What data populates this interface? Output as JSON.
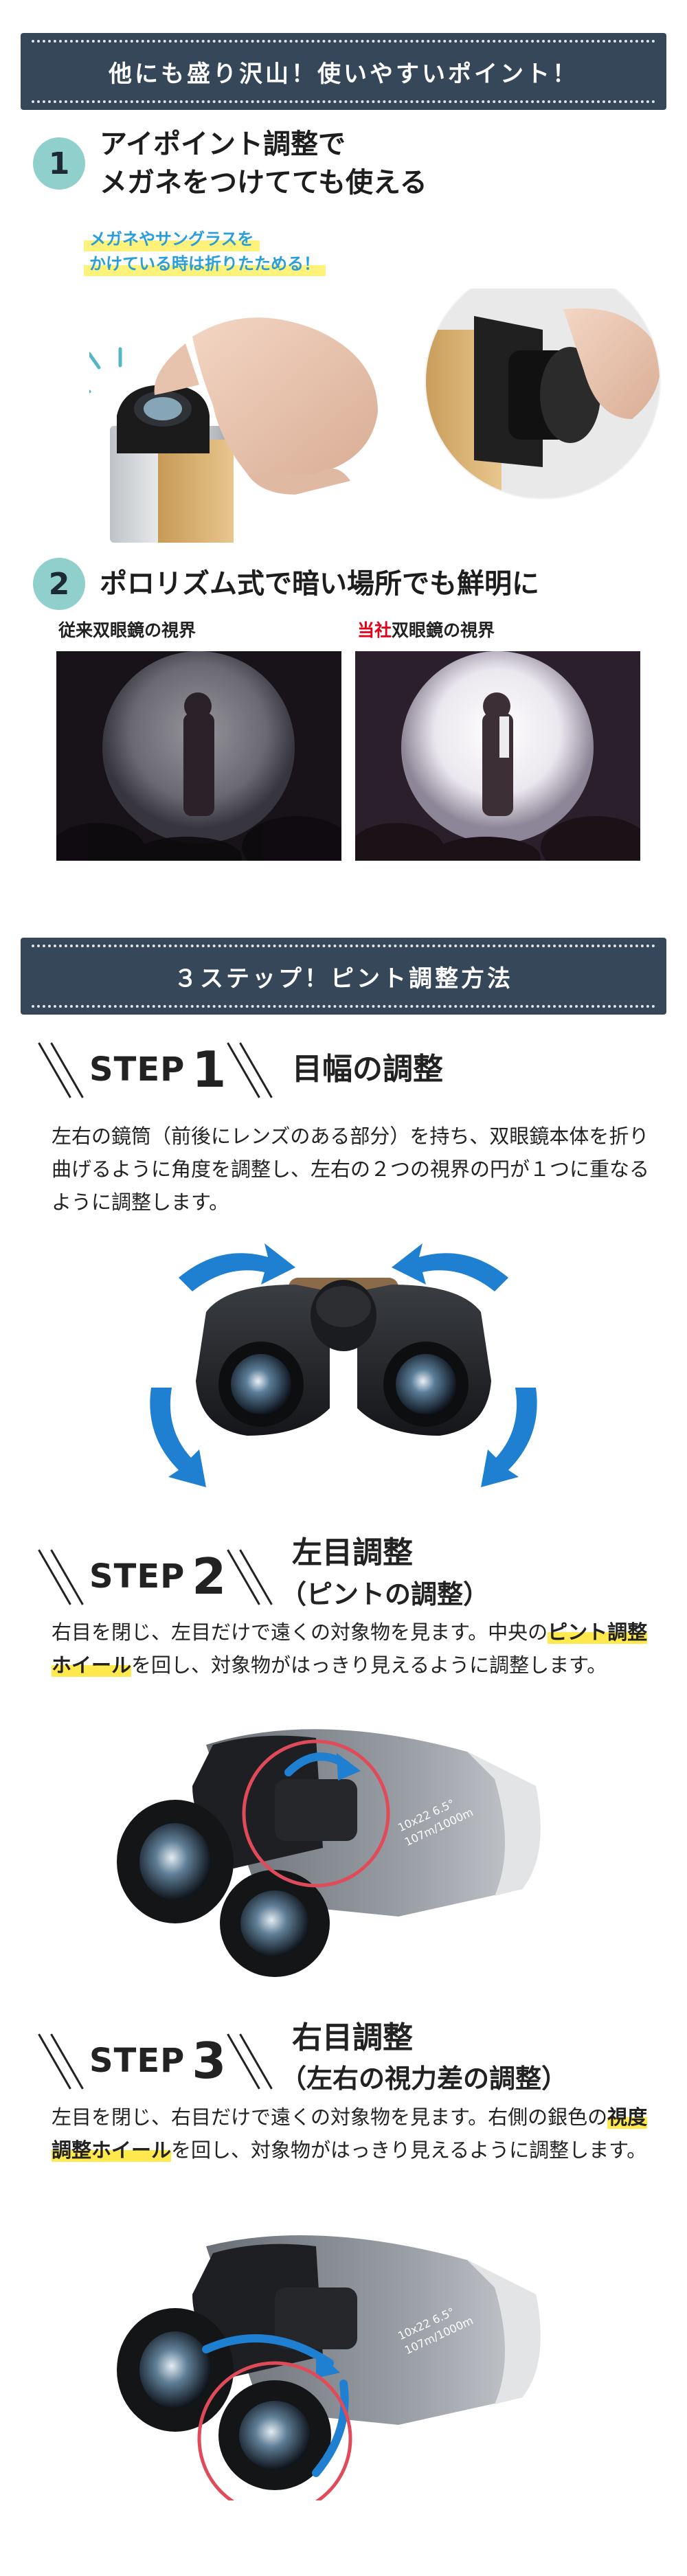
{
  "section1": {
    "banner": "他にも盛り沢山！使いやすいポイント！"
  },
  "point1": {
    "number": "1",
    "title_line1": "アイポイント調整で",
    "title_line2": "メガネをつけてても使える",
    "note_line1": "メガネやサングラスを",
    "note_line2": "かけている時は折りたためる！"
  },
  "point2": {
    "number": "2",
    "title": "ポロリズム式で暗い場所でも鮮明に",
    "caption_left": "従来双眼鏡の視界",
    "caption_right_brand": "当社",
    "caption_right_rest": "双眼鏡の視界"
  },
  "section2": {
    "banner": "３ステップ！ピント調整方法"
  },
  "step1": {
    "word": "STEP",
    "number": "1",
    "title": "目幅の調整",
    "desc": "左右の鏡筒（前後にレンズのある部分）を持ち、双眼鏡本体を折り曲げるように角度を調整し、左右の２つの視界の円が１つに重なるように調整します。"
  },
  "step2": {
    "word": "STEP",
    "number": "2",
    "title": "左目調整",
    "subtitle": "（ピントの調整）",
    "desc_before": "右目を閉じ、左目だけで遠くの対象物を見ます。中央の",
    "desc_highlight": "ピント調整ホイール",
    "desc_after": "を回し、対象物がはっきり見えるように調整します。",
    "body_print": "10x22 6.5°",
    "body_print2": "107m/1000m"
  },
  "step3": {
    "word": "STEP",
    "number": "3",
    "title": "右目調整",
    "subtitle": "（左右の視力差の調整）",
    "desc_before": "左目を閉じ、右目だけで遠くの対象物を見ます。右側の銀色の",
    "desc_highlight": "視度調整ホイール",
    "desc_after": "を回し、対象物がはっきり見えるように調整します。",
    "body_print": "10x22 6.5°",
    "body_print2": "107m/1000m"
  },
  "colors": {
    "banner": "#36475a",
    "accent": "#8fcfcc",
    "note_text": "#2a9ed8",
    "highlight": "#ffe94d",
    "arrow_blue": "#1f7fd1",
    "circle_red": "#e04b5a",
    "brand_red": "#e3001b"
  }
}
